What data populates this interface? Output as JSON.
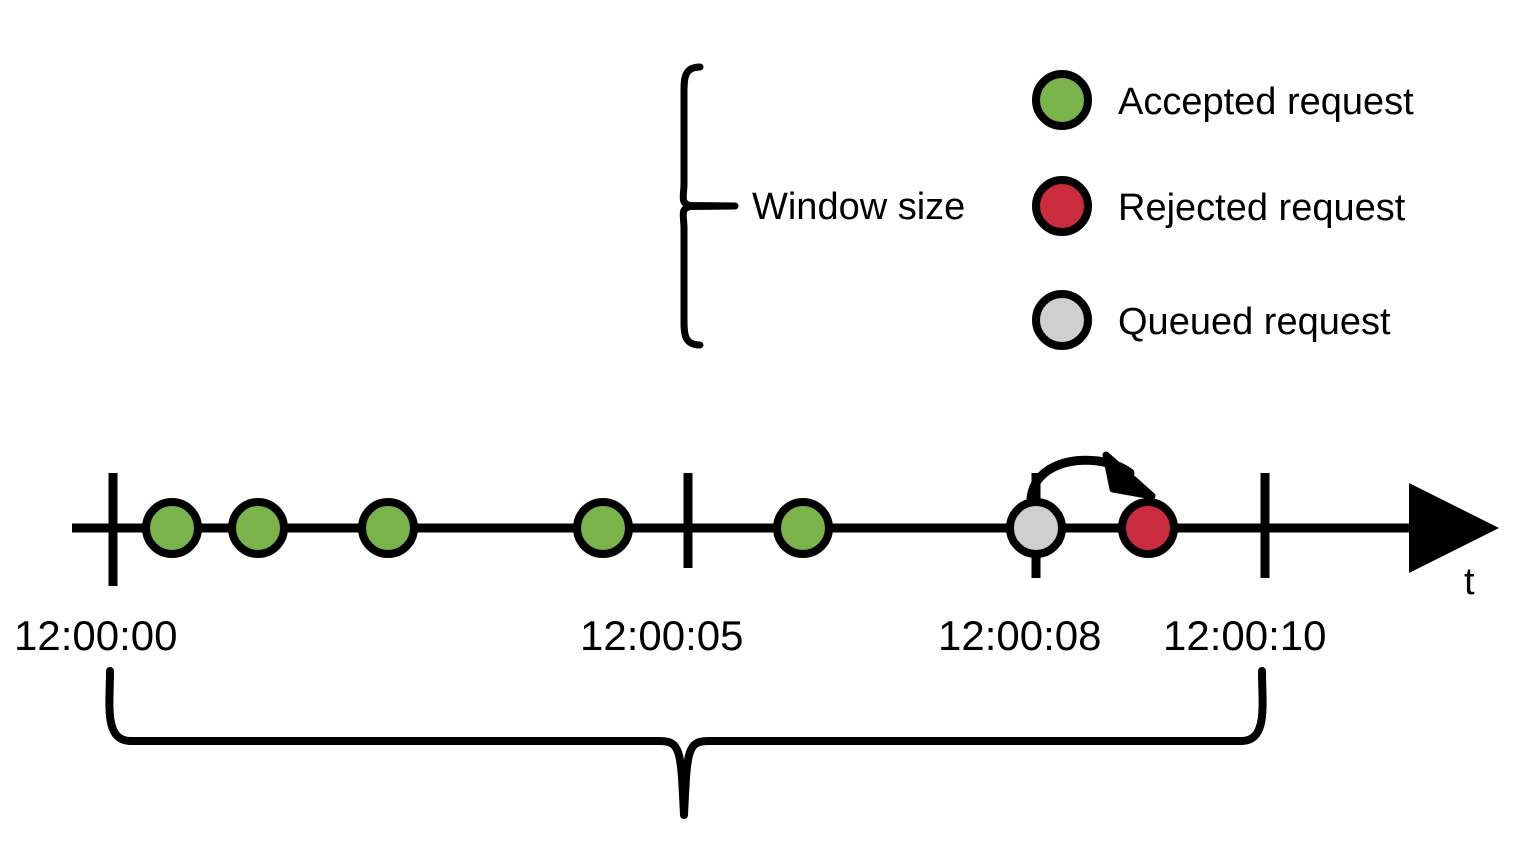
{
  "figure": {
    "kind": "rate-limiter-timeline-diagram",
    "background_color": "#ffffff",
    "stroke_color": "#000000"
  },
  "legend": {
    "position": "top-right",
    "items": [
      {
        "label": "Accepted request",
        "color": "#79b349",
        "state": "accepted",
        "icon": "circle-icon"
      },
      {
        "label": "Rejected request",
        "color": "#ca2b3d",
        "state": "rejected",
        "icon": "circle-icon"
      },
      {
        "label": "Queued request",
        "color": "#cfcfcf",
        "state": "queued",
        "icon": "circle-icon"
      }
    ]
  },
  "window_brace": {
    "label": "Window size",
    "orientation": "vertical",
    "spans": "full request window"
  },
  "bottom_brace": {
    "label": "",
    "orientation": "horizontal",
    "spans": "12:00:00 to 12:00:10"
  },
  "timeline": {
    "axis_label": "t",
    "ticks": [
      {
        "label": "12:00:00",
        "x": 113,
        "seconds": 0
      },
      {
        "label": "12:00:05",
        "x": 688,
        "seconds": 5
      },
      {
        "label": "12:00:08",
        "x": 1036,
        "seconds": 8
      },
      {
        "label": "12:00:10",
        "x": 1265,
        "seconds": 10
      }
    ],
    "requests": [
      {
        "x": 172,
        "state": "accepted",
        "color": "#79b349"
      },
      {
        "x": 258,
        "state": "accepted",
        "color": "#79b349"
      },
      {
        "x": 388,
        "state": "accepted",
        "color": "#79b349"
      },
      {
        "x": 603,
        "state": "accepted",
        "color": "#79b349"
      },
      {
        "x": 803,
        "state": "accepted",
        "color": "#79b349"
      },
      {
        "x": 1036,
        "state": "queued",
        "color": "#cfcfcf"
      },
      {
        "x": 1148,
        "state": "rejected",
        "color": "#ca2b3d"
      }
    ],
    "transition_arrow": {
      "from_state": "queued",
      "to_state": "rejected",
      "from_x": 1036,
      "to_x": 1148
    }
  },
  "chart_data": {
    "type": "scatter",
    "title": "",
    "xlabel": "t",
    "ylabel": "",
    "x": [
      0,
      0.75,
      1.5,
      3.4,
      6.0,
      8.0,
      9.0
    ],
    "categories": [
      "12:00:00",
      "12:00:05",
      "12:00:08",
      "12:00:10"
    ],
    "series": [
      {
        "name": "Accepted request",
        "color": "#79b349",
        "values": [
          1,
          1,
          1,
          1,
          1,
          0,
          0
        ]
      },
      {
        "name": "Queued request",
        "color": "#cfcfcf",
        "values": [
          0,
          0,
          0,
          0,
          0,
          1,
          0
        ]
      },
      {
        "name": "Rejected request",
        "color": "#ca2b3d",
        "values": [
          0,
          0,
          0,
          0,
          0,
          0,
          1
        ]
      }
    ],
    "annotations": [
      "Window size",
      "12:00:00",
      "12:00:05",
      "12:00:08",
      "12:00:10",
      "t"
    ],
    "grid": false,
    "legend_position": "top-right",
    "xlim": [
      0,
      11
    ]
  }
}
